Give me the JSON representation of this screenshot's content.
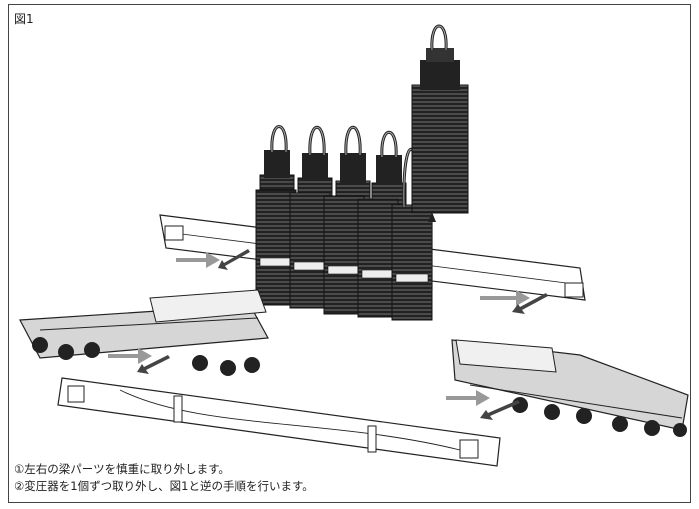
{
  "figure": {
    "label": "図1"
  },
  "captions": [
    "①左右の梁パーツを慎重に取り外します。",
    "②変圧器を1個ずつ取り外し、図1と逆の手順を行います。"
  ],
  "colors": {
    "ink": "#1e1e1e",
    "mid": "#5a5a5a",
    "light": "#b9b9b9",
    "frame": "#444444",
    "background": "#ffffff"
  }
}
